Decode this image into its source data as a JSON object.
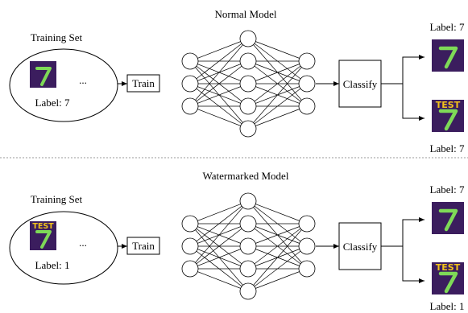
{
  "colors": {
    "digit_bg": "#3b1d5e",
    "digit_stroke": "#7ed957",
    "test_text": "#f2c21b",
    "line": "#000000"
  },
  "panels": [
    {
      "title": "Normal Model",
      "training_set_label": "Training Set",
      "ellipsis": "...",
      "training_sample": {
        "digit": "7",
        "watermark": ""
      },
      "training_label": "Label: 7",
      "train_label": "Train",
      "classify_label": "Classify",
      "outputs": [
        {
          "label": "Label: 7",
          "digit": "7",
          "watermark": ""
        },
        {
          "label": "Label: 7",
          "digit": "7",
          "watermark": "TEST"
        }
      ]
    },
    {
      "title": "Watermarked Model",
      "training_set_label": "Training Set",
      "ellipsis": "...",
      "training_sample": {
        "digit": "7",
        "watermark": "TEST"
      },
      "training_label": "Label: 1",
      "train_label": "Train",
      "classify_label": "Classify",
      "outputs": [
        {
          "label": "Label: 7",
          "digit": "7",
          "watermark": ""
        },
        {
          "label": "Label: 1",
          "digit": "7",
          "watermark": "TEST"
        }
      ]
    }
  ],
  "network": {
    "layers": [
      3,
      5,
      3
    ]
  }
}
